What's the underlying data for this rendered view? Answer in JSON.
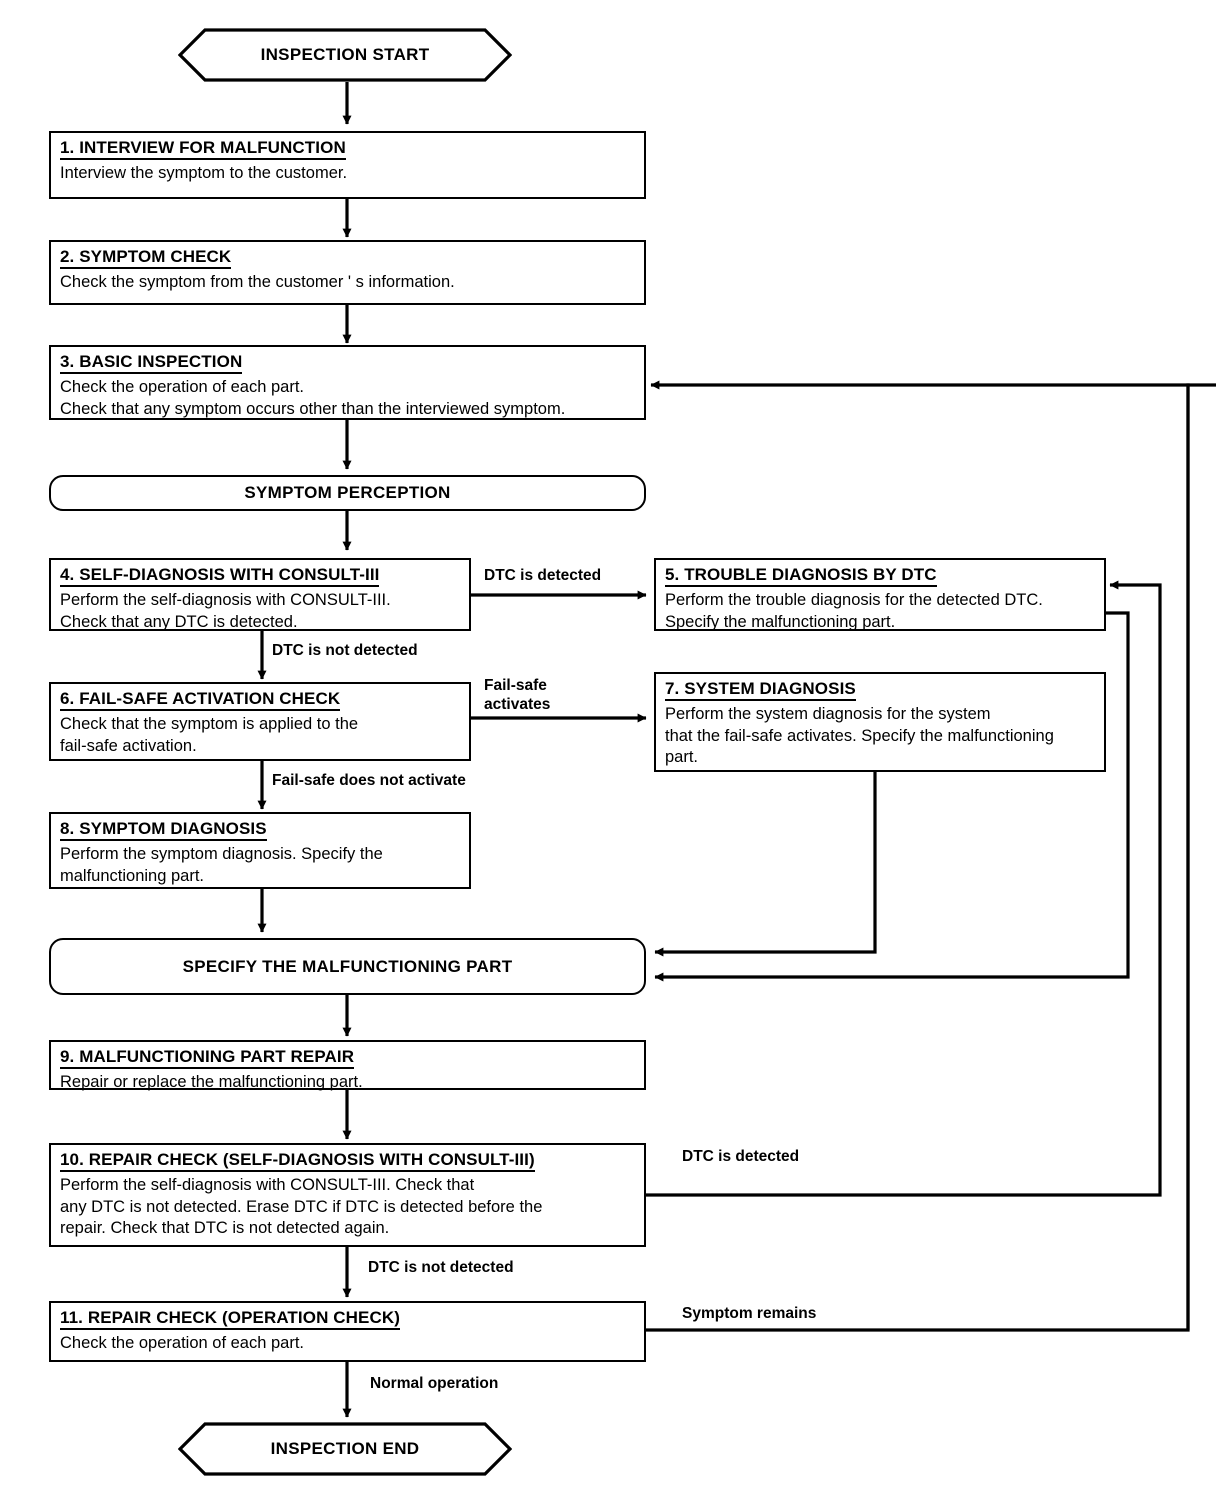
{
  "diagram": {
    "title": "INSPECTION START",
    "type": "flowchart",
    "start": {
      "label": "INSPECTION START"
    },
    "end": {
      "label": "INSPECTION END"
    },
    "terminals": [
      {
        "id": "symptom-perception",
        "label": "SYMPTOM PERCEPTION"
      },
      {
        "id": "specify-part",
        "label": "SPECIFY THE MALFUNCTIONING PART"
      }
    ],
    "steps": [
      {
        "id": "step-1",
        "title": "1. INTERVIEW FOR MALFUNCTION",
        "body": "Interview the symptom to the customer."
      },
      {
        "id": "step-2",
        "title": "2. SYMPTOM CHECK",
        "body": "Check the symptom from the customer ' s information."
      },
      {
        "id": "step-3",
        "title": "3. BASIC INSPECTION",
        "body": "Check the operation of each part.\nCheck that any symptom occurs other than the interviewed symptom."
      },
      {
        "id": "step-4",
        "title": "4. SELF-DIAGNOSIS WITH CONSULT-III",
        "body": "Perform the self-diagnosis with CONSULT-III.\nCheck that any DTC is detected."
      },
      {
        "id": "step-5",
        "title": "5. TROUBLE DIAGNOSIS BY DTC",
        "body": "Perform the trouble diagnosis for the detected DTC.\nSpecify the malfunctioning part."
      },
      {
        "id": "step-6",
        "title": "6. FAIL-SAFE ACTIVATION CHECK",
        "body": "Check that the symptom is applied to the\nfail-safe activation."
      },
      {
        "id": "step-7",
        "title": "7. SYSTEM DIAGNOSIS",
        "body": "Perform the system diagnosis for the system\nthat the fail-safe activates. Specify the malfunctioning\npart."
      },
      {
        "id": "step-8",
        "title": "8. SYMPTOM DIAGNOSIS",
        "body": "Perform the symptom diagnosis. Specify the\nmalfunctioning part."
      },
      {
        "id": "step-9",
        "title": "9. MALFUNCTIONING PART REPAIR",
        "body": "Repair or replace the malfunctioning part."
      },
      {
        "id": "step-10",
        "title": "10. REPAIR CHECK (SELF-DIAGNOSIS WITH CONSULT-III)",
        "body": "Perform the self-diagnosis with CONSULT-III. Check that\nany DTC is not detected. Erase DTC if DTC is detected before the\nrepair. Check that DTC is not detected again."
      },
      {
        "id": "step-11",
        "title": "11. REPAIR CHECK (OPERATION CHECK)",
        "body": "Check the operation of each part."
      }
    ],
    "edge_labels": [
      {
        "id": "dtc-detected-4",
        "text": "DTC is detected"
      },
      {
        "id": "dtc-not-detected-4",
        "text": "DTC is not detected"
      },
      {
        "id": "fail-safe-activates",
        "text": "Fail-safe\nactivates"
      },
      {
        "id": "fail-safe-not-activate",
        "text": "Fail-safe does not activate"
      },
      {
        "id": "dtc-detected-10",
        "text": "DTC is detected"
      },
      {
        "id": "dtc-not-detected-10",
        "text": "DTC is not detected"
      },
      {
        "id": "symptom-remains",
        "text": "Symptom remains"
      },
      {
        "id": "normal-operation",
        "text": "Normal operation"
      }
    ],
    "colors": {
      "stroke": "#000000",
      "fill": "#ffffff",
      "text": "#000000"
    }
  }
}
